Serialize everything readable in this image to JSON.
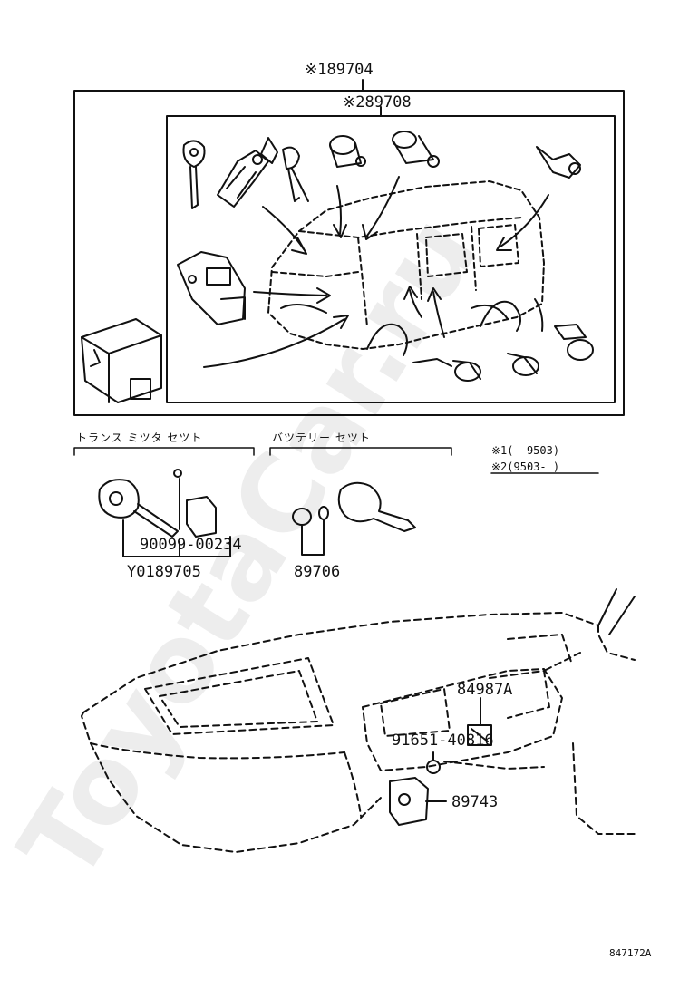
{
  "labels": {
    "assembly_1": "※189704",
    "assembly_2": "※289708",
    "transponder_set_title": "トランス ミツタ セツト",
    "battery_set_title": "バツテリー セツト",
    "legend_line_1": "※1(   -9503)",
    "legend_line_2": "※2(9503-    )",
    "part_90099": "90099-00234",
    "part_y0189705": "Y0189705",
    "part_89706": "89706",
    "part_84987a": "84987A",
    "part_91651": "91651-40816",
    "part_89743": "89743",
    "drawing_code": "847172A"
  },
  "watermark": "ToyotaCar.ru",
  "colors": {
    "ink": "#111111",
    "paper": "#ffffff"
  }
}
